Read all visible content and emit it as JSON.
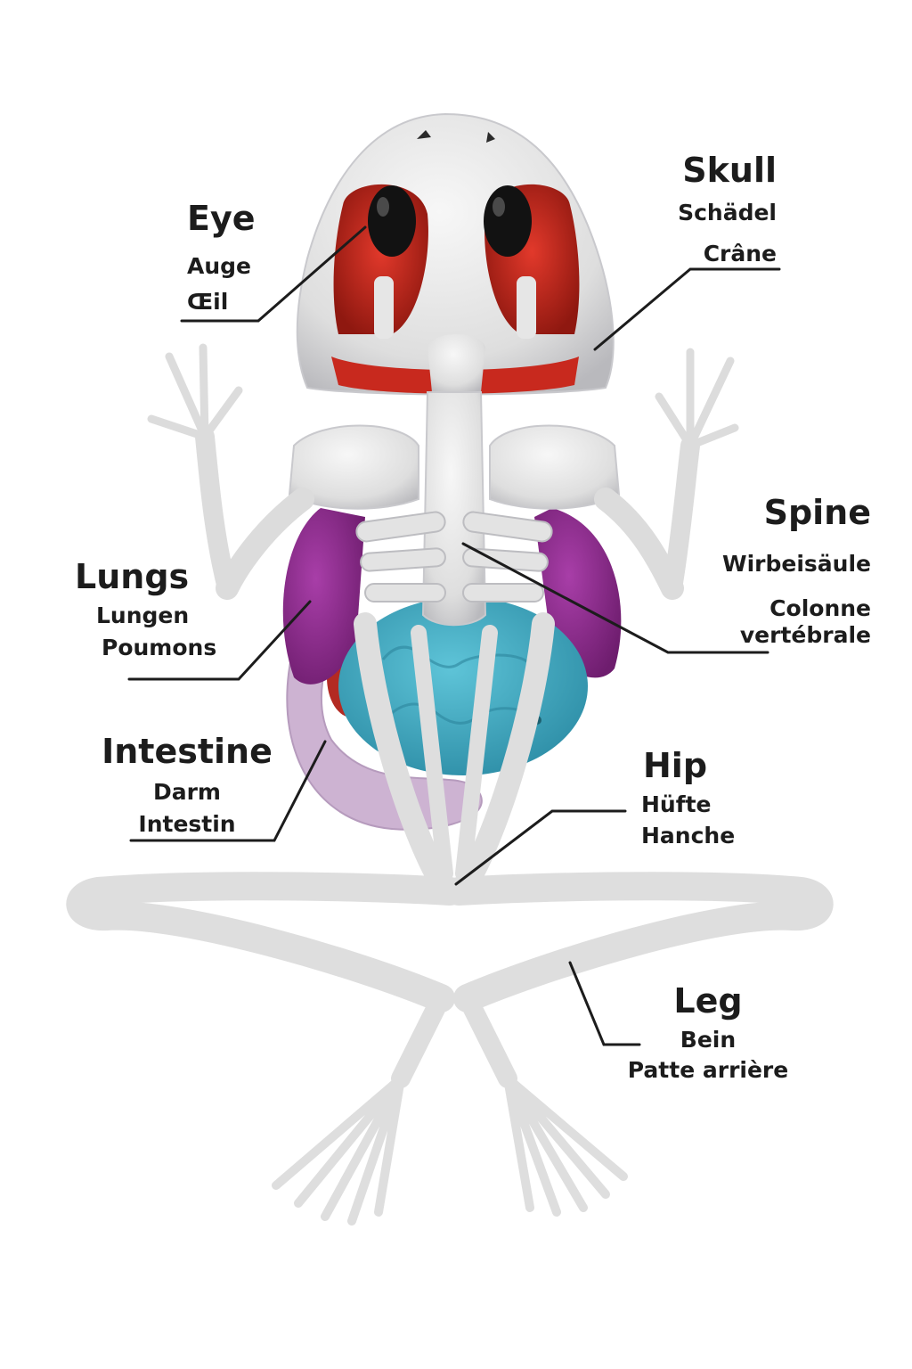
{
  "labels": {
    "skull": {
      "en": "Skull",
      "de": "Schädel",
      "fr": "Crâne"
    },
    "eye": {
      "en": "Eye",
      "de": "Auge",
      "fr": "Œil"
    },
    "spine": {
      "en": "Spine",
      "de": "Wirbeisäule",
      "fr1": "Colonne",
      "fr2": "vertébrale"
    },
    "lungs": {
      "en": "Lungs",
      "de": "Lungen",
      "fr": "Poumons"
    },
    "intestine": {
      "en": "Intestine",
      "de": "Darm",
      "fr": "Intestin"
    },
    "hip": {
      "en": "Hip",
      "de": "Hüfte",
      "fr": "Hanche"
    },
    "leg": {
      "en": "Leg",
      "de": "Bein",
      "fr": "Patte arrière"
    }
  },
  "colors": {
    "bone": "#e4e4e4",
    "bone_shade": "#b9b9bd",
    "eye_socket": "#c8291e",
    "eye_ball": "#121212",
    "lungs": "#8a2a8a",
    "stomach": "#3aa6bf",
    "intestine": "#cdb3d2",
    "text": "#1c1c1c",
    "leader_line": "#1c1c1c"
  }
}
